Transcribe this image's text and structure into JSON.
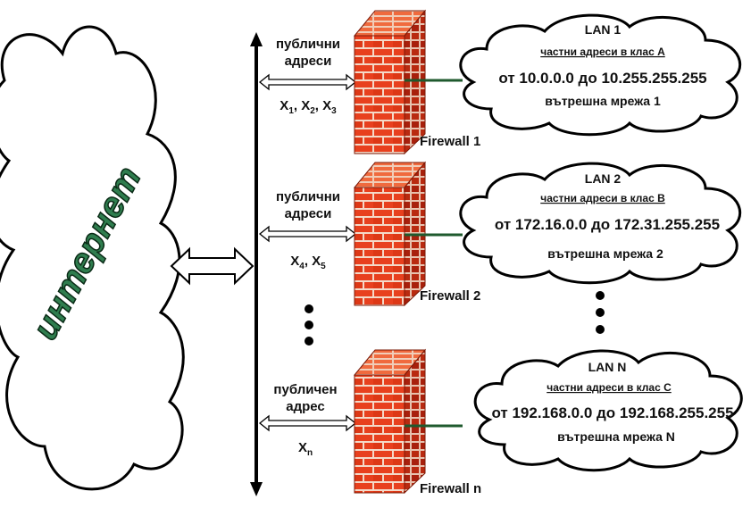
{
  "internet": {
    "label": "интернет"
  },
  "gateways": [
    {
      "public_label_1": "публични",
      "public_label_2": "адреси",
      "addr_prefix": "X",
      "addresses": [
        {
          "name": "X",
          "sub": "1"
        },
        {
          "name": "X",
          "sub": "2"
        },
        {
          "name": "X",
          "sub": "3"
        }
      ],
      "addr_text": "X1, X2, X3",
      "firewall_label": "Firewall 1"
    },
    {
      "public_label_1": "публични",
      "public_label_2": "адреси",
      "addr_text": "X4, X5",
      "addresses": [
        {
          "name": "X",
          "sub": "4"
        },
        {
          "name": "X",
          "sub": "5"
        }
      ],
      "firewall_label": "Firewall 2"
    },
    {
      "public_label_1": "публичен",
      "public_label_2": "адрес",
      "addr_text": "Xn",
      "addresses": [
        {
          "name": "X",
          "sub": "n"
        }
      ],
      "firewall_label": "Firewall n"
    }
  ],
  "lans": [
    {
      "title": "LAN 1",
      "class_label": "частни адреси в клас А",
      "range": "от 10.0.0.0 до 10.255.255.255",
      "inner_label": "вътрешна мрежа 1"
    },
    {
      "title": "LAN 2",
      "class_label": "частни адреси в клас В",
      "range": "от 172.16.0.0 до 172.31.255.255",
      "inner_label": "вътрешна мрежа 2"
    },
    {
      "title": "LAN N",
      "class_label": "частни адреси в клас С",
      "range": "от 192.168.0.0 до 192.168.255.255",
      "inner_label": "вътрешна мрежа N"
    }
  ],
  "colors": {
    "brick": "#e8401e",
    "brick_dark": "#a8200c",
    "mortar": "#f4d9c8",
    "link_line": "#1f5a2e",
    "internet_text": "#2f7d4e"
  }
}
